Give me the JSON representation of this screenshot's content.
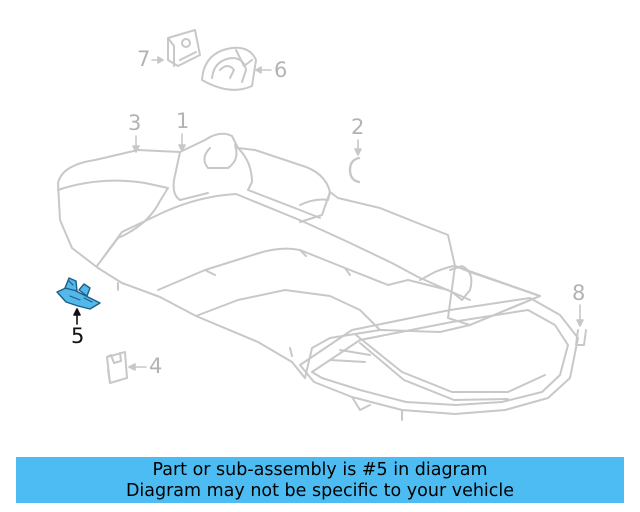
{
  "colors": {
    "line": "#c8c8c8",
    "label": "#b3b3b3",
    "highlight_fill": "#52b9ea",
    "highlight_stroke": "#1f5f86",
    "active_label": "#111111",
    "banner_bg": "#4cbcf2",
    "banner_text": "#000000"
  },
  "callouts": [
    {
      "id": "7",
      "label": "7",
      "highlighted": false
    },
    {
      "id": "6",
      "label": "6",
      "highlighted": false
    },
    {
      "id": "3",
      "label": "3",
      "highlighted": false
    },
    {
      "id": "1",
      "label": "1",
      "highlighted": false
    },
    {
      "id": "2",
      "label": "2",
      "highlighted": false
    },
    {
      "id": "8",
      "label": "8",
      "highlighted": false
    },
    {
      "id": "5",
      "label": "5",
      "highlighted": true
    },
    {
      "id": "4",
      "label": "4",
      "highlighted": false
    }
  ],
  "banner": {
    "line1": "Part or sub-assembly is #5 in diagram",
    "line2": "Diagram may not be specific to your vehicle"
  }
}
